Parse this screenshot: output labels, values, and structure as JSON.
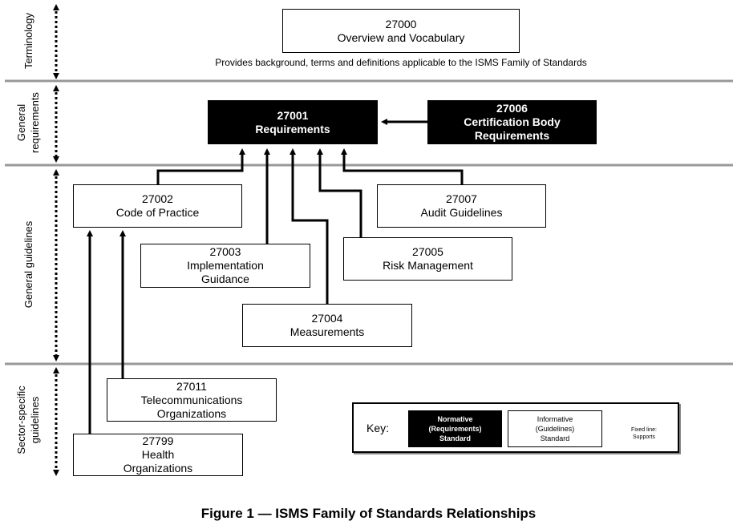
{
  "bands": {
    "terminology": [
      "Terminology"
    ],
    "general_requirements": [
      "General",
      "requirements"
    ],
    "general_guidelines": [
      "General guidelines"
    ],
    "sector_specific": [
      "Sector-specific",
      "guidelines"
    ]
  },
  "standards": {
    "s27000": {
      "number": "27000",
      "name": "Overview and Vocabulary"
    },
    "s27001": {
      "number": "27001",
      "name": "Requirements"
    },
    "s27006": {
      "number": "27006",
      "name": [
        "Certification Body",
        "Requirements"
      ]
    },
    "s27002": {
      "number": "27002",
      "name": "Code of Practice"
    },
    "s27007": {
      "number": "27007",
      "name": "Audit Guidelines"
    },
    "s27003": {
      "number": "27003",
      "name": [
        "Implementation",
        "Guidance"
      ]
    },
    "s27005": {
      "number": "27005",
      "name": "Risk Management"
    },
    "s27004": {
      "number": "27004",
      "name": "Measurements"
    },
    "s27011": {
      "number": "27011",
      "name": [
        "Telecommunications",
        "Organizations"
      ]
    },
    "s27799": {
      "number": "27799",
      "name": [
        "Health",
        "Organizations"
      ]
    }
  },
  "terminology_note": "Provides background, terms and definitions applicable to the ISMS Family of Standards",
  "key": {
    "label": "Key:",
    "normative": [
      "Normative",
      "(Requirements)",
      "Standard"
    ],
    "informative": [
      "Informative",
      "(Guidelines)",
      "Standard"
    ],
    "arrow": [
      "Fixed line:",
      "Supports"
    ]
  },
  "caption": "Figure 1 — ISMS Family of Standards Relationships",
  "colors": {
    "band_divider": "#999999",
    "normative_fill": "#000000",
    "informative_fill": "#ffffff"
  }
}
